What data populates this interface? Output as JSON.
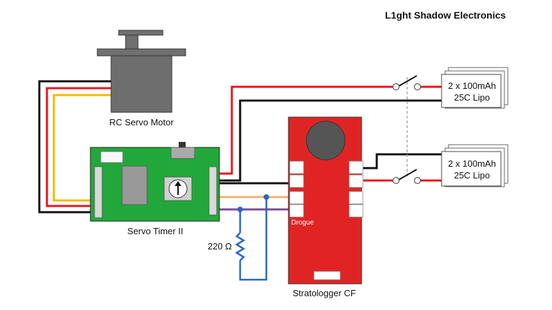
{
  "title": "L1ght Shadow Electronics",
  "components": {
    "servo_motor": "RC Servo Motor",
    "servo_timer": "Servo Timer II",
    "stratologger": "Stratologger CF",
    "drogue": "Drogue",
    "resistor": "220 Ω",
    "battery_top": {
      "line1": "2 x 100mAh",
      "line2": "25C Lipo"
    },
    "battery_bottom": {
      "line1": "2 x 100mAh",
      "line2": "25C Lipo"
    }
  },
  "colors": {
    "board_green": "#22a83a",
    "board_red": "#e02424",
    "wire_red": "#e8141b",
    "wire_black": "#111111",
    "wire_yellow": "#f5b800",
    "wire_orange": "#f5b070",
    "wire_purple": "#7a4a9a",
    "wire_blue": "#2a64c8",
    "servo_gray": "#6e6e6e"
  }
}
